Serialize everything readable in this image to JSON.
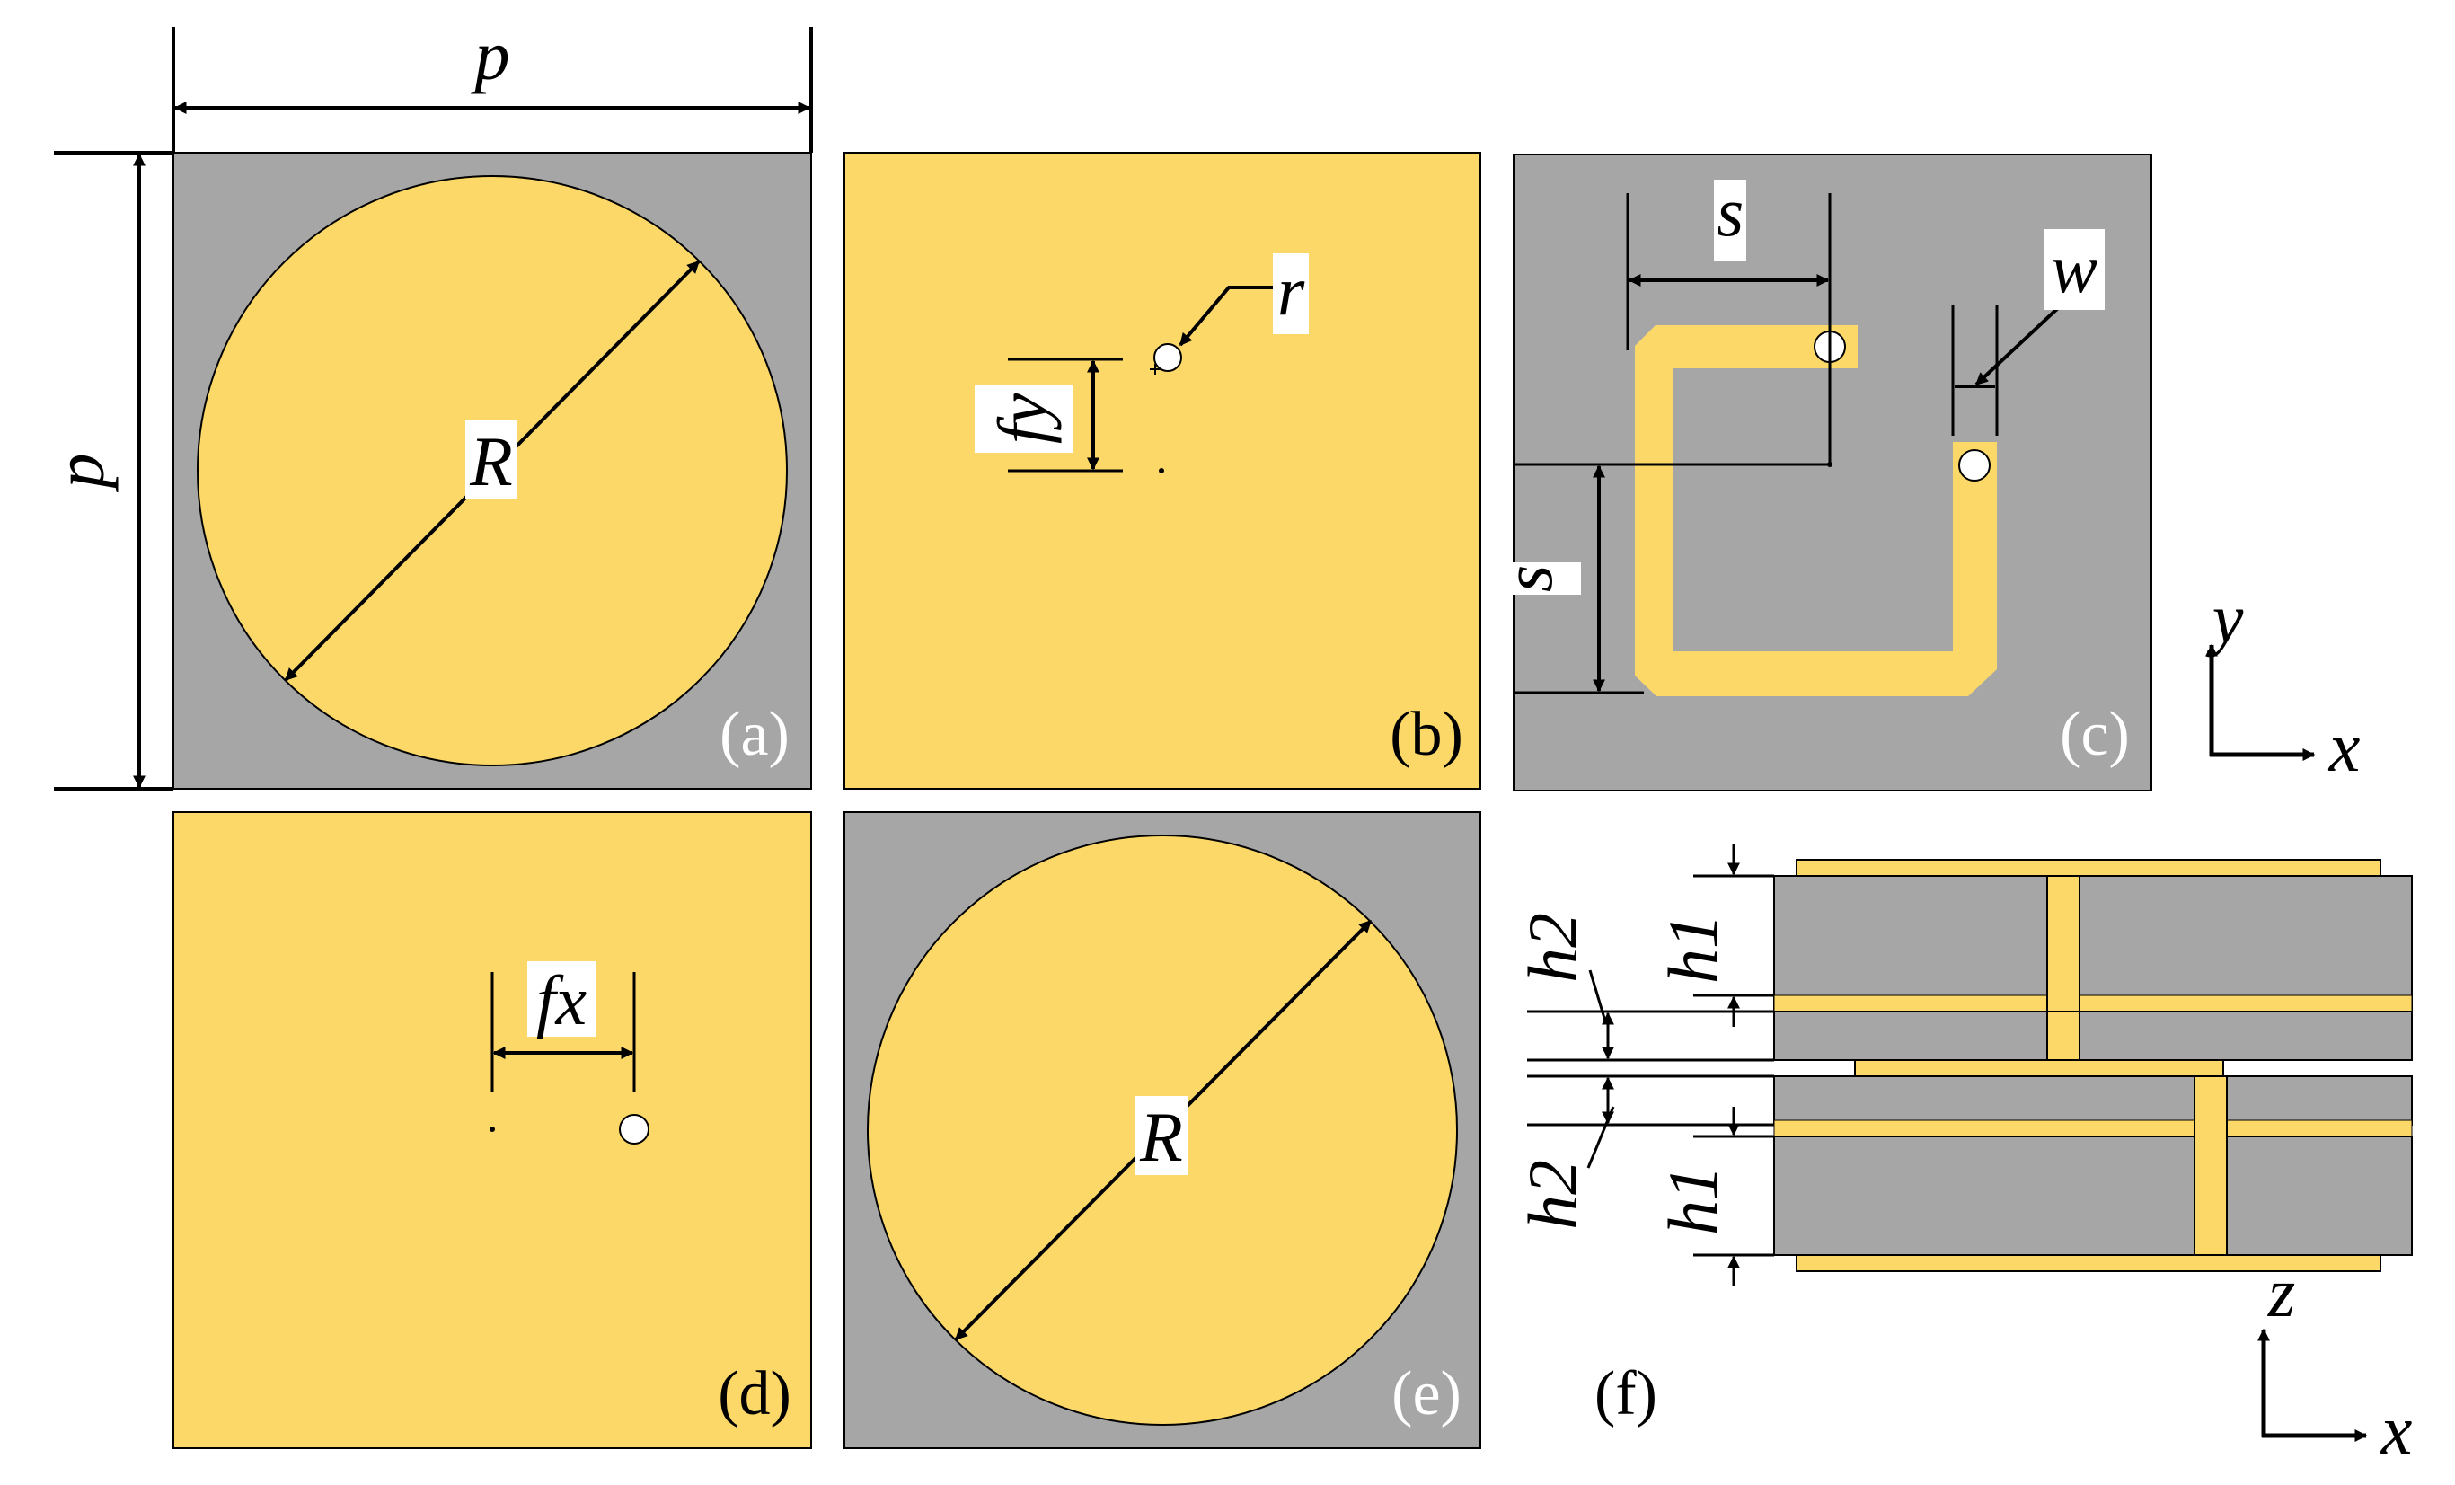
{
  "colors": {
    "gold": "#FCD868",
    "gray": "#A6A6A6",
    "hole": "#FFFFFF",
    "line": "#000000",
    "caption_on_gray": "#FFFFFF",
    "caption_on_gold": "#000000"
  },
  "dimension_labels": {
    "p_top": "p",
    "p_left": "p",
    "R_a": "R",
    "r": "r",
    "fy": "fy",
    "s_top": "s",
    "s_left": "s",
    "w": "w",
    "fx": "fx",
    "R_e": "R",
    "h1_upper": "h1",
    "h2_upper": "h2",
    "h2_lower": "h2",
    "h1_lower": "h1"
  },
  "captions": {
    "a": "(a)",
    "b": "(b)",
    "c": "(c)",
    "d": "(d)",
    "e": "(e)",
    "f": "(f)"
  },
  "axes": {
    "xy": {
      "vertical": "y",
      "horizontal": "x"
    },
    "zx": {
      "vertical": "z",
      "horizontal": "x"
    }
  }
}
